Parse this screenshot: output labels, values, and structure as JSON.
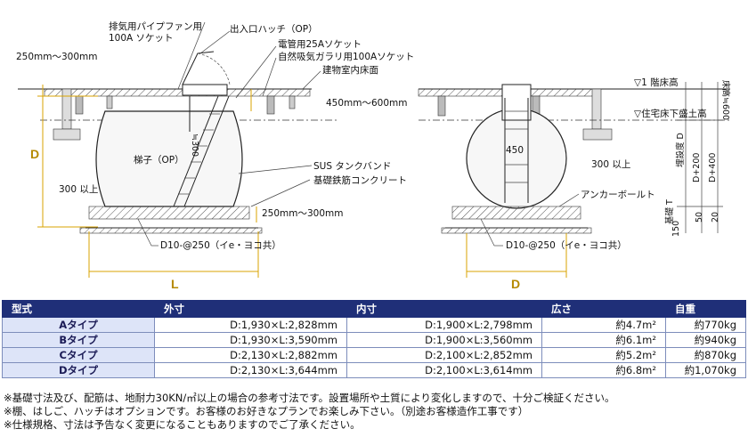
{
  "drawing": {
    "left_labels": {
      "exhaust_socket_l1": "排気用パイプファン用",
      "exhaust_socket_l2": "100A ソケット",
      "hatch": "出入口ハッチ（OP）",
      "conduit_socket": "電管用25Aソケット",
      "vent_socket": "自然吸気ガラリ用100Aソケット",
      "floor_surface": "建物室内床面",
      "top_clearance": "250mm～300mm",
      "depth_range": "450mm～600mm",
      "ladder": "梯子（OP）",
      "band": "SUS タンクバンド",
      "foundation": "基礎鉄筋コンクリート",
      "bottom_clearance": "250mm～300mm",
      "side_clearance": "300 以上",
      "rebar": "D10-@250（イe・ヨコ共）",
      "approx300": "≒300",
      "dim_D": "D",
      "dim_L": "L"
    },
    "right_labels": {
      "manhole": "450",
      "side_clearance": "300 以上",
      "anchor_bolt": "アンカーボールト",
      "rebar": "D10-@250（イe・ヨコ共）",
      "dim_D": "D",
      "first_floor": "▽1 階床高",
      "house_floor": "▽住宅床下盛土高",
      "floor_height": "床高≒600",
      "burial_depth": "埋設度 D",
      "d200": "D+200",
      "d400": "D+400",
      "foundation_T": "基礎 T",
      "v150": "150",
      "v50": "50",
      "v20": "20"
    }
  },
  "table": {
    "headers": [
      "型式",
      "外寸",
      "内寸",
      "広さ",
      "自重"
    ],
    "rows": [
      {
        "type": "Aタイプ",
        "outer": "D:1,930×L:2,828mm",
        "inner": "D:1,900×L:2,798mm",
        "area": "約4.7m²",
        "weight": "約770kg"
      },
      {
        "type": "Bタイプ",
        "outer": "D:1,930×L:3,590mm",
        "inner": "D:1,900×L:3,560mm",
        "area": "約6.1m²",
        "weight": "約940kg"
      },
      {
        "type": "Cタイプ",
        "outer": "D:2,130×L:2,882mm",
        "inner": "D:2,100×L:2,852mm",
        "area": "約5.2m²",
        "weight": "約870kg"
      },
      {
        "type": "Dタイプ",
        "outer": "D:2,130×L:3,644mm",
        "inner": "D:2,100×L:3,614mm",
        "area": "約6.8m²",
        "weight": "約1,070kg"
      }
    ]
  },
  "notes": [
    "※基礎寸法及び、配筋は、地耐力30KN/㎡以上の場合の参考寸法です。設置場所や土質により変化しますので、十分ご検証ください。",
    "※棚、はしご、ハッチはオプションです。お客様のお好きなプランでお楽しみ下さい。（別途お客様造作工事です）",
    "※仕様規格、寸法は予告なく変更になることもありますのでご了承ください。"
  ]
}
